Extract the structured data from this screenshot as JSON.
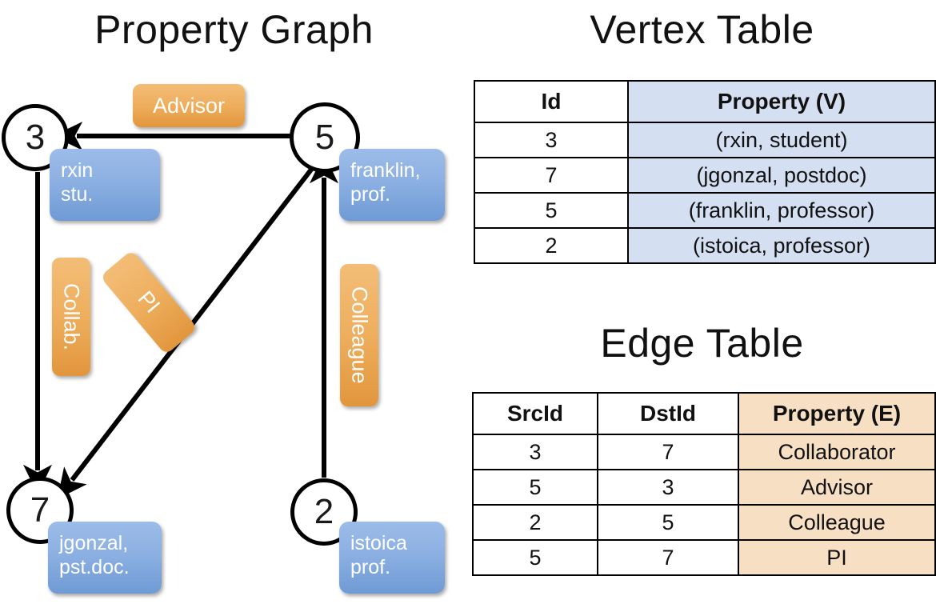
{
  "titles": {
    "property_graph": "Property Graph",
    "vertex_table": "Vertex Table",
    "edge_table": "Edge Table"
  },
  "colors": {
    "vertex_cell": "#d4dff1",
    "edge_cell": "#f7dfc4",
    "node_box": "#8cb0e2",
    "edge_label": "#eeae5d",
    "stroke": "#000000",
    "background": "#ffffff"
  },
  "graph": {
    "nodes": [
      {
        "id": "3",
        "property": "rxin\nstu."
      },
      {
        "id": "5",
        "property": "franklin,\nprof."
      },
      {
        "id": "7",
        "property": "jgonzal,\npst.doc."
      },
      {
        "id": "2",
        "property": "istoica\nprof."
      }
    ],
    "edge_labels": [
      {
        "name": "advisor",
        "text": "Advisor"
      },
      {
        "name": "collab",
        "text": "Collab."
      },
      {
        "name": "pi",
        "text": "PI"
      },
      {
        "name": "colleague",
        "text": "Colleague"
      }
    ]
  },
  "vertex_table": {
    "headers": [
      "Id",
      "Property (V)"
    ],
    "rows": [
      [
        "3",
        "(rxin, student)"
      ],
      [
        "7",
        "(jgonzal, postdoc)"
      ],
      [
        "5",
        "(franklin, professor)"
      ],
      [
        "2",
        "(istoica, professor)"
      ]
    ]
  },
  "edge_table": {
    "headers": [
      "SrcId",
      "DstId",
      "Property (E)"
    ],
    "rows": [
      [
        "3",
        "7",
        "Collaborator"
      ],
      [
        "5",
        "3",
        "Advisor"
      ],
      [
        "2",
        "5",
        "Colleague"
      ],
      [
        "5",
        "7",
        "PI"
      ]
    ]
  }
}
